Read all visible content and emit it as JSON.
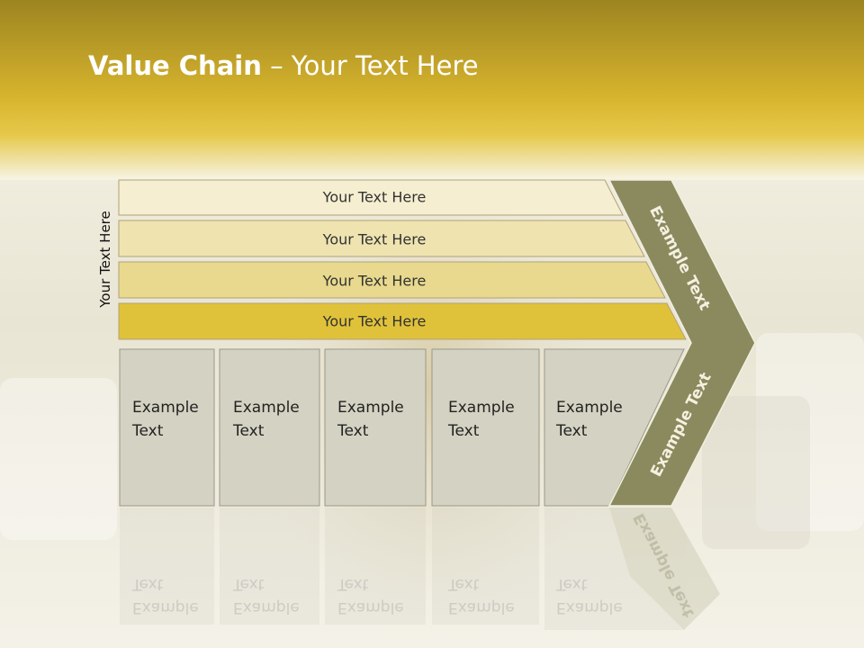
{
  "slide": {
    "title_bold": "Value Chain",
    "title_rest": " – Your Text Here",
    "side_label": "Your Text Here"
  },
  "bars": [
    {
      "label": "Your Text Here"
    },
    {
      "label": "Your Text Here"
    },
    {
      "label": "Your Text Here"
    },
    {
      "label": "Your Text Here"
    }
  ],
  "boxes": [
    {
      "line1": "Example",
      "line2": "Text"
    },
    {
      "line1": "Example",
      "line2": "Text"
    },
    {
      "line1": "Example",
      "line2": "Text"
    },
    {
      "line1": "Example",
      "line2": "Text"
    },
    {
      "line1": "Example",
      "line2": "Text"
    }
  ],
  "chevron": {
    "upper_label": "Example Text",
    "lower_label": "Example Text"
  },
  "colors": {
    "header_gold": "#c8a826",
    "bar_1": "#f5eed0",
    "bar_2": "#efe3b0",
    "bar_3": "#e8d98e",
    "bar_4": "#e0c23a",
    "box_fill": "#d4d3c3",
    "chevron": "#8a8a5e"
  }
}
